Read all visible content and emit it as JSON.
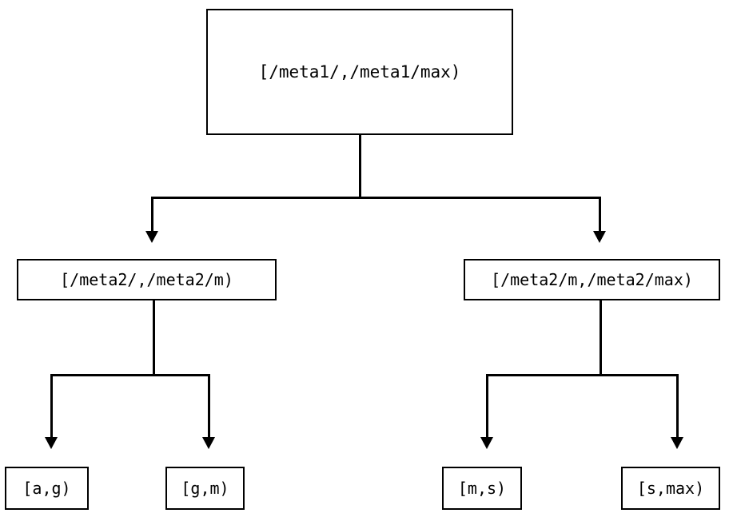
{
  "diagram": {
    "type": "binary-interval-tree",
    "background_color": "#ffffff",
    "line_color": "#000000",
    "text_color": "#000000",
    "levels": 3,
    "nodes": {
      "root": {
        "label": "[/meta1/,/meta1/max)",
        "level": 1
      },
      "mid_left": {
        "label": "[/meta2/,/meta2/m)",
        "level": 2
      },
      "mid_right": {
        "label": "[/meta2/m,/meta2/max)",
        "level": 2
      },
      "leaf_ag": {
        "label": "[a,g)",
        "level": 3
      },
      "leaf_gm": {
        "label": "[g,m)",
        "level": 3
      },
      "leaf_ms": {
        "label": "[m,s)",
        "level": 3
      },
      "leaf_smax": {
        "label": "[s,max)",
        "level": 3
      }
    },
    "edges": [
      {
        "from": "root",
        "to": "mid_left",
        "arrow": "down-triangle"
      },
      {
        "from": "root",
        "to": "mid_right",
        "arrow": "down-triangle"
      },
      {
        "from": "mid_left",
        "to": "leaf_ag",
        "arrow": "down-triangle"
      },
      {
        "from": "mid_left",
        "to": "leaf_gm",
        "arrow": "down-triangle"
      },
      {
        "from": "mid_right",
        "to": "leaf_ms",
        "arrow": "down-triangle"
      },
      {
        "from": "mid_right",
        "to": "leaf_smax",
        "arrow": "down-triangle"
      }
    ]
  }
}
